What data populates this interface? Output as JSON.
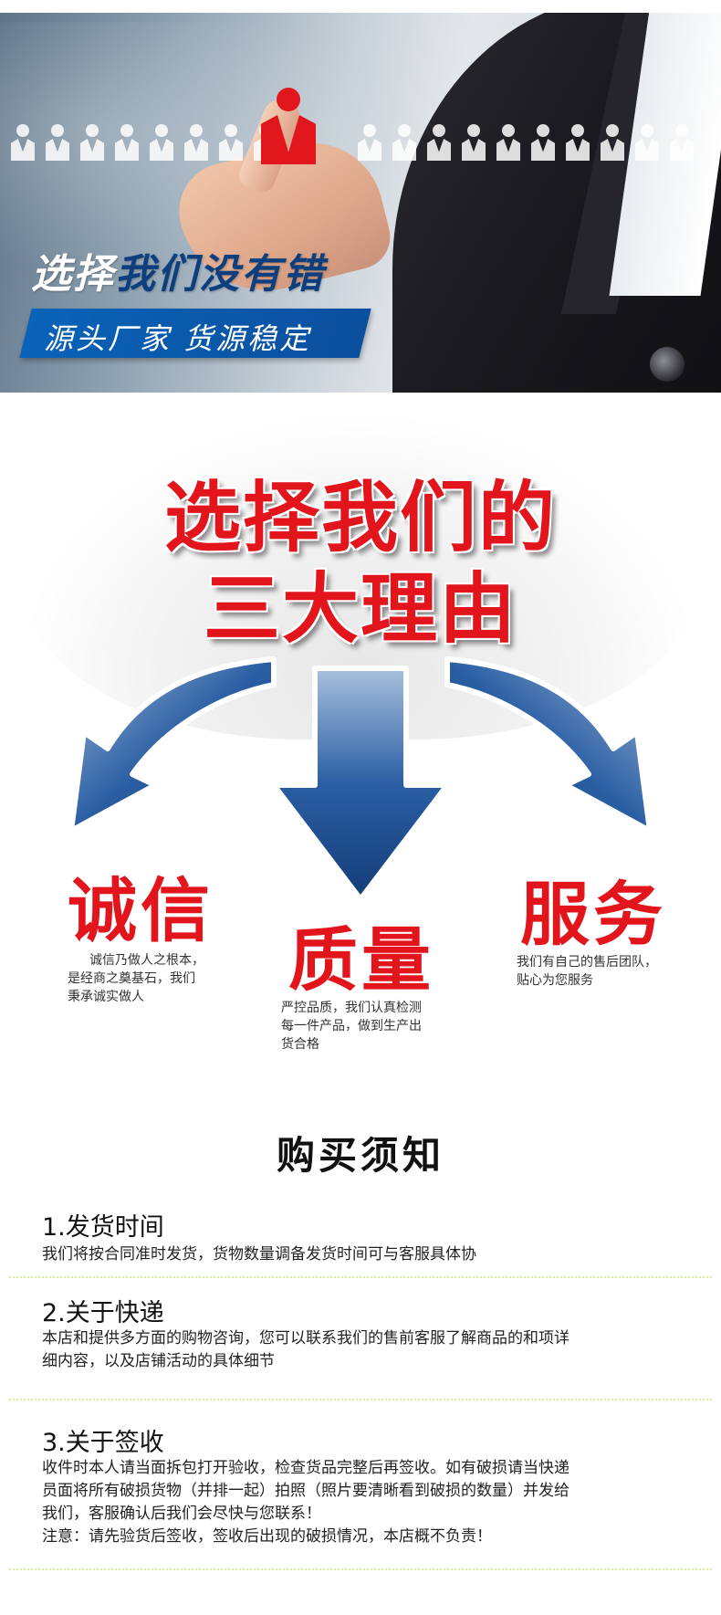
{
  "banner": {
    "title_part1": "选择",
    "title_part2": "我们没有错",
    "strip_text": "源头厂家  货源稳定"
  },
  "reasons": {
    "title_line1": "选择我们的",
    "title_line2": "三大理由",
    "items": [
      {
        "heading": "诚信",
        "desc_lines": [
          "诚信乃做人之根本，",
          "是经商之奠基石，我们",
          "秉承诚实做人"
        ]
      },
      {
        "heading": "质量",
        "desc_lines": [
          "严控品质，我们认真检测",
          "每一件产品，做到生产出",
          "货合格"
        ]
      },
      {
        "heading": "服务",
        "desc_lines": [
          "我们有自己的售后团队，",
          "贴心为您服务"
        ]
      }
    ]
  },
  "notes": {
    "title": "购买须知",
    "items": [
      {
        "heading": "1.发货时间",
        "lines": [
          "我们将按合同准时发货，货物数量调备发货时间可与客服具体协"
        ]
      },
      {
        "heading": "2.关于快递",
        "lines": [
          "本店和提供多方面的购物咨询，您可以联系我们的售前客服了解商品的和项详",
          "细内容，以及店铺活动的具体细节"
        ]
      },
      {
        "heading": "3.关于签收",
        "lines": [
          "收件时本人请当面拆包打开验收，检查货品完整后再签收。如有破损请当快递",
          "员面将所有破损货物（并排一起）拍照（照片要清晰看到破损的数量）并发给",
          "我们，客服确认后我们会尽快与您联系！",
          "注意：请先验货后签收，签收后出现的破损情况，本店概不负责！"
        ]
      }
    ]
  },
  "colors": {
    "accent_red": "#e3151c",
    "brand_blue": "#0a63b8",
    "arrow_blue": "#1f4f92",
    "divider_green": "#d7ef9e"
  }
}
